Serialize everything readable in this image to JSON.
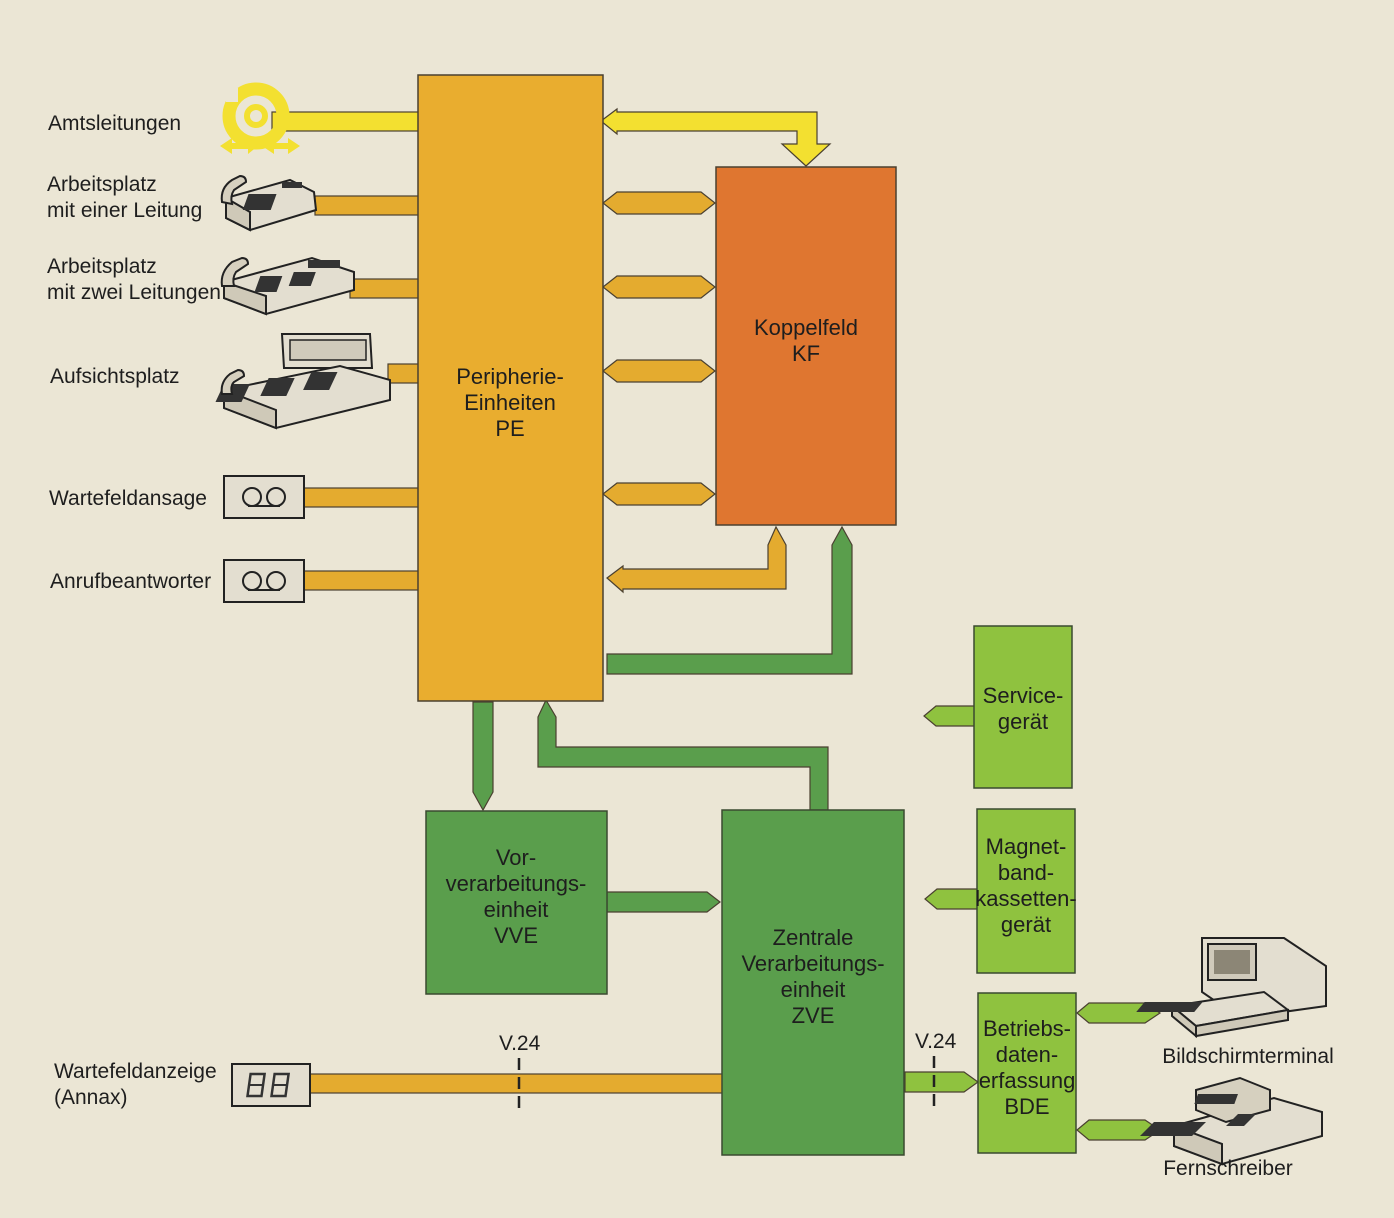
{
  "colors": {
    "background": "#ebe6d5",
    "peripherie": "#e9ad2f",
    "koppelfeld": "#df7630",
    "zentral": "#5a9e4c",
    "peripheral_devices": "#8fc23f",
    "amt_line": "#f3e030",
    "trunk_orange": "#e4ab2f",
    "device_box": "#e3ded0"
  },
  "left_labels": {
    "amtsleitungen": "Amtsleitungen",
    "arbeitsplatz1_line1": "Arbeitsplatz",
    "arbeitsplatz1_line2": "mit einer Leitung",
    "arbeitsplatz2_line1": "Arbeitsplatz",
    "arbeitsplatz2_line2": "mit zwei Leitungen",
    "aufsichtsplatz": "Aufsichtsplatz",
    "wartefeldansage": "Wartefeldansage",
    "anrufbeantworter": "Anrufbeantworter",
    "wartefeldanzeige_line1": "Wartefeldanzeige",
    "wartefeldanzeige_line2": "(Annax)"
  },
  "boxes": {
    "pe": {
      "line1": "Peripherie-",
      "line2": "Einheiten",
      "line3": "PE"
    },
    "kf": {
      "line1": "Koppelfeld",
      "line2": "KF"
    },
    "vve": {
      "line1": "Vor-",
      "line2": "verarbeitungs-",
      "line3": "einheit",
      "line4": "VVE"
    },
    "zve": {
      "line1": "Zentrale",
      "line2": "Verarbeitungs-",
      "line3": "einheit",
      "line4": "ZVE"
    },
    "service": {
      "line1": "Service-",
      "line2": "gerät"
    },
    "magnet": {
      "line1": "Magnet-",
      "line2": "band-",
      "line3": "kassetten-",
      "line4": "gerät"
    },
    "bde": {
      "line1": "Betriebs-",
      "line2": "daten-",
      "line3": "erfassung",
      "line4": "BDE"
    }
  },
  "interface_labels": {
    "v24_left": "V.24",
    "v24_right": "V.24"
  },
  "right_labels": {
    "bildschirm": "Bildschirmterminal",
    "fernschreiber": "Fernschreiber"
  },
  "icons": {
    "posthorn": "posthorn-icon",
    "telephone": "telephone-icon",
    "console": "operator-console-icon",
    "tape": "tape-cassette-icon",
    "display": "digit-display-icon",
    "terminal": "computer-terminal-icon",
    "teleprinter": "teleprinter-icon"
  }
}
